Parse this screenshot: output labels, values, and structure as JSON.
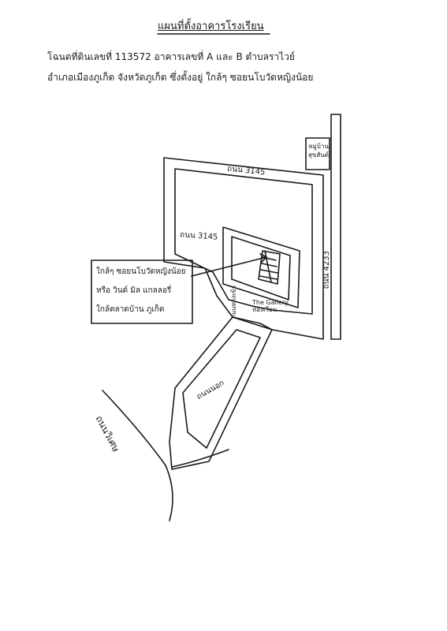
{
  "title": "แผนที่ตั้งอาคารโรงเรียน",
  "address_line_1": "โฉนดที่ดินเลขที่ 113572 อาคารเลขที่ A และ B ตำบลราไวย์",
  "address_line_2": "อำเภอเมืองภูเก็ต จังหวัดภูเก็ต ซึ่งตั้งอยู่ ใกล้ๆ ซอยนโบวัดหญิงน้อย",
  "callout": {
    "line1": "ใกล้ๆ ซอยนโบวัดหญิงน้อย",
    "line2": "หรือ วินด์ มิล แกลลอรี่",
    "line3": "ใกล้ตลาดบ้าน ภูเก็ต"
  },
  "labels": {
    "road_top": "ถนน 3145",
    "road_inner": "ถนน 3145",
    "road_right": "ถนน 4233",
    "village": "หมู่บ้าน สุขสันต์",
    "gallery": "The Gallery ห้องเรียน",
    "small_road": "ถนนทางเข้า",
    "wing_road": "ถนนนอก",
    "main_road": "ถนนวิเศษ"
  },
  "colors": {
    "ink": "#1a1a1a",
    "paper": "#ffffff"
  }
}
